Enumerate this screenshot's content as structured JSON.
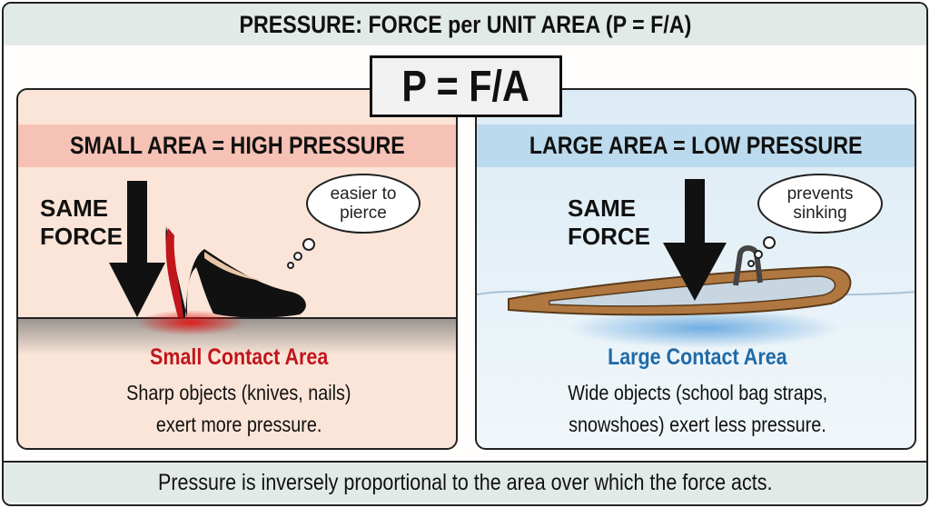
{
  "title": "PRESSURE: FORCE per UNIT AREA (P = F/A)",
  "formula": "P = F/A",
  "left_panel": {
    "header": "SMALL AREA = HIGH PRESSURE",
    "force_label_1": "SAME",
    "force_label_2": "FORCE",
    "thought_1": "easier to",
    "thought_2": "pierce",
    "area_label": "Small Contact Area",
    "description_1": "Sharp objects (knives, nails)",
    "description_2": "exert more pressure.",
    "icon": "high-heel-shoe"
  },
  "right_panel": {
    "header": "LARGE AREA = LOW PRESSURE",
    "force_label_1": "SAME",
    "force_label_2": "FORCE",
    "thought_1": "prevents",
    "thought_2": "sinking",
    "area_label": "Large Contact Area",
    "description_1": "Wide objects (school bag straps,",
    "description_2": "snowshoes) exert less pressure.",
    "icon": "snowshoe"
  },
  "footer": "Pressure is inversely proportional to the area over which the force acts.",
  "colors": {
    "small_area": "#c0161c",
    "large_area": "#1f6aa8",
    "left_bg": "#fbe5d8",
    "right_bg": "#dcebf5"
  }
}
